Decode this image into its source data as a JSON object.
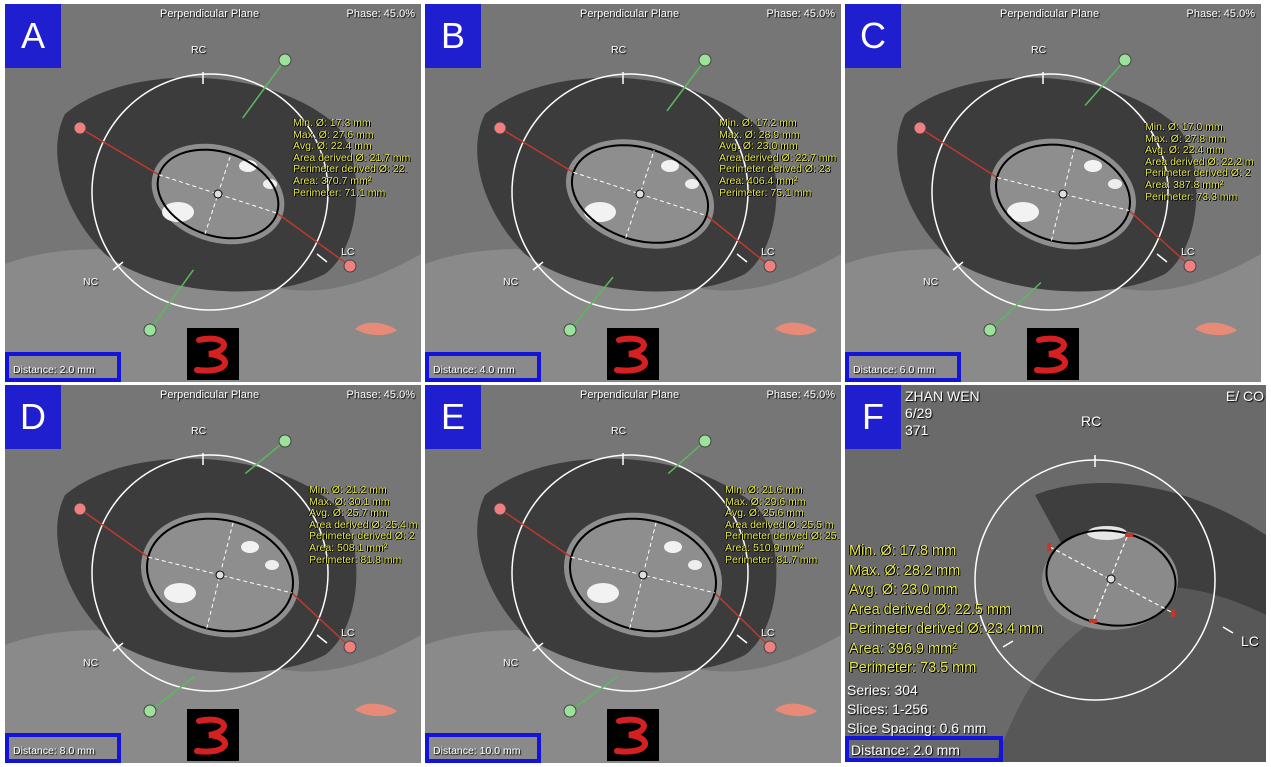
{
  "header": {
    "plane": "Perpendicular Plane",
    "phase": "Phase: 45.0%"
  },
  "cusps": {
    "rc": "RC",
    "nc": "NC",
    "lc": "LC"
  },
  "colors": {
    "letter_bg": "#1f1fd0",
    "dist_border": "#1414d8",
    "measure_text": "#e6e84a",
    "red_line": "#c0392b",
    "green_line": "#5cb85c"
  },
  "panels": [
    {
      "letter": "A",
      "distance": "Distance: 2.0 mm",
      "meas": [
        "Min. Ø: 17.3 mm",
        "Max. Ø: 27.6 mm",
        "Avg. Ø: 22.4 mm",
        "Area derived Ø: 21.7 mm",
        "Perimeter derived Ø: 22.",
        "Area: 370.7 mm²",
        "Perimeter: 71.1 mm"
      ]
    },
    {
      "letter": "B",
      "distance": "Distance: 4.0 mm",
      "meas": [
        "Min. Ø: 17.2 mm",
        "Max. Ø: 28.9 mm",
        "Avg. Ø: 23.0 mm",
        "Area derived Ø: 22.7 mm",
        "Perimeter derived Ø: 23",
        "Area: 406.4 mm²",
        "Perimeter: 75.1 mm"
      ]
    },
    {
      "letter": "C",
      "distance": "Distance: 6.0 mm",
      "meas": [
        "Min. Ø: 17.0 mm",
        "Max. Ø: 27.8 mm",
        "Avg. Ø: 22.4 mm",
        "Area derived Ø: 22.2 m",
        "Perimeter derived Ø: 2",
        "Area: 387.8 mm²",
        "Perimeter: 73.3 mm"
      ]
    },
    {
      "letter": "D",
      "distance": "Distance: 8.0 mm",
      "meas": [
        "Min. Ø: 21.2 mm",
        "Max. Ø: 30.1 mm",
        "Avg. Ø: 25.7 mm",
        "Area derived Ø: 25.4 m",
        "Perimeter derived Ø: 2",
        "Area: 508.1 mm²",
        "Perimeter: 81.8 mm"
      ]
    },
    {
      "letter": "E",
      "distance": "Distance: 10.0 mm",
      "meas": [
        "Min. Ø: 21.6 mm",
        "Max. Ø: 29.6 mm",
        "Avg. Ø: 25.6 mm",
        "Area derived Ø: 25.5 m",
        "Perimeter derived Ø: 25.",
        "Area: 510.9 mm²",
        "Perimeter: 81.7 mm"
      ]
    }
  ],
  "panel_f": {
    "letter": "F",
    "patient": "ZHAN WEN",
    "line2": "6/29",
    "line3": "371",
    "top_right": "E/ CO",
    "meas": [
      "Min. Ø: 17.8 mm",
      "Max. Ø: 28.2 mm",
      "Avg. Ø: 23.0 mm",
      "Area derived Ø: 22.5 mm",
      "Perimeter derived Ø: 23.4 mm",
      "Area: 396.9 mm²",
      "Perimeter: 73.5 mm"
    ],
    "series": "Series: 304",
    "slices": "Slices: 1-256",
    "spacing": "Slice Spacing: 0.6 mm",
    "distance": "Distance: 2.0 mm"
  }
}
